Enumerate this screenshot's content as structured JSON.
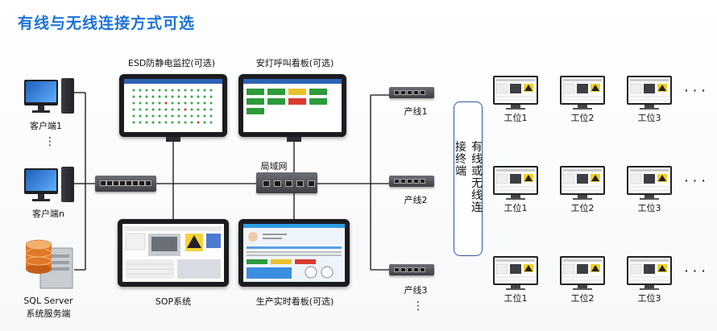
{
  "title": "有线与无线连接方式可选",
  "labels": {
    "client1": "客户端1",
    "clientn": "客户端n",
    "sql_line1": "SQL  Server",
    "sql_line2": "系统服务端",
    "esd": "ESD防静电监控(可选)",
    "andon": "安灯呼叫看板(可选)",
    "sop": "SOP系统",
    "production": "生产实时看板(可选)",
    "lan": "局域网",
    "line1": "产线1",
    "line2": "产线2",
    "line3": "产线3",
    "wireless": "有线或无线连接终端"
  },
  "ellipsis_h": "· · ·",
  "ellipsis_v": "⋮",
  "workstation_rows": [
    [
      "工位1",
      "工位2",
      "工位3"
    ],
    [
      "工位1",
      "工位2",
      "工位3"
    ],
    [
      "工位1",
      "工位2",
      "工位3"
    ]
  ],
  "colors": {
    "title": "#1c73d6",
    "frame_blue": "#2d5aa0",
    "andon_green": "#2e9b3a",
    "andon_red": "#d83a2f",
    "andon_yellow": "#e8c12a"
  }
}
